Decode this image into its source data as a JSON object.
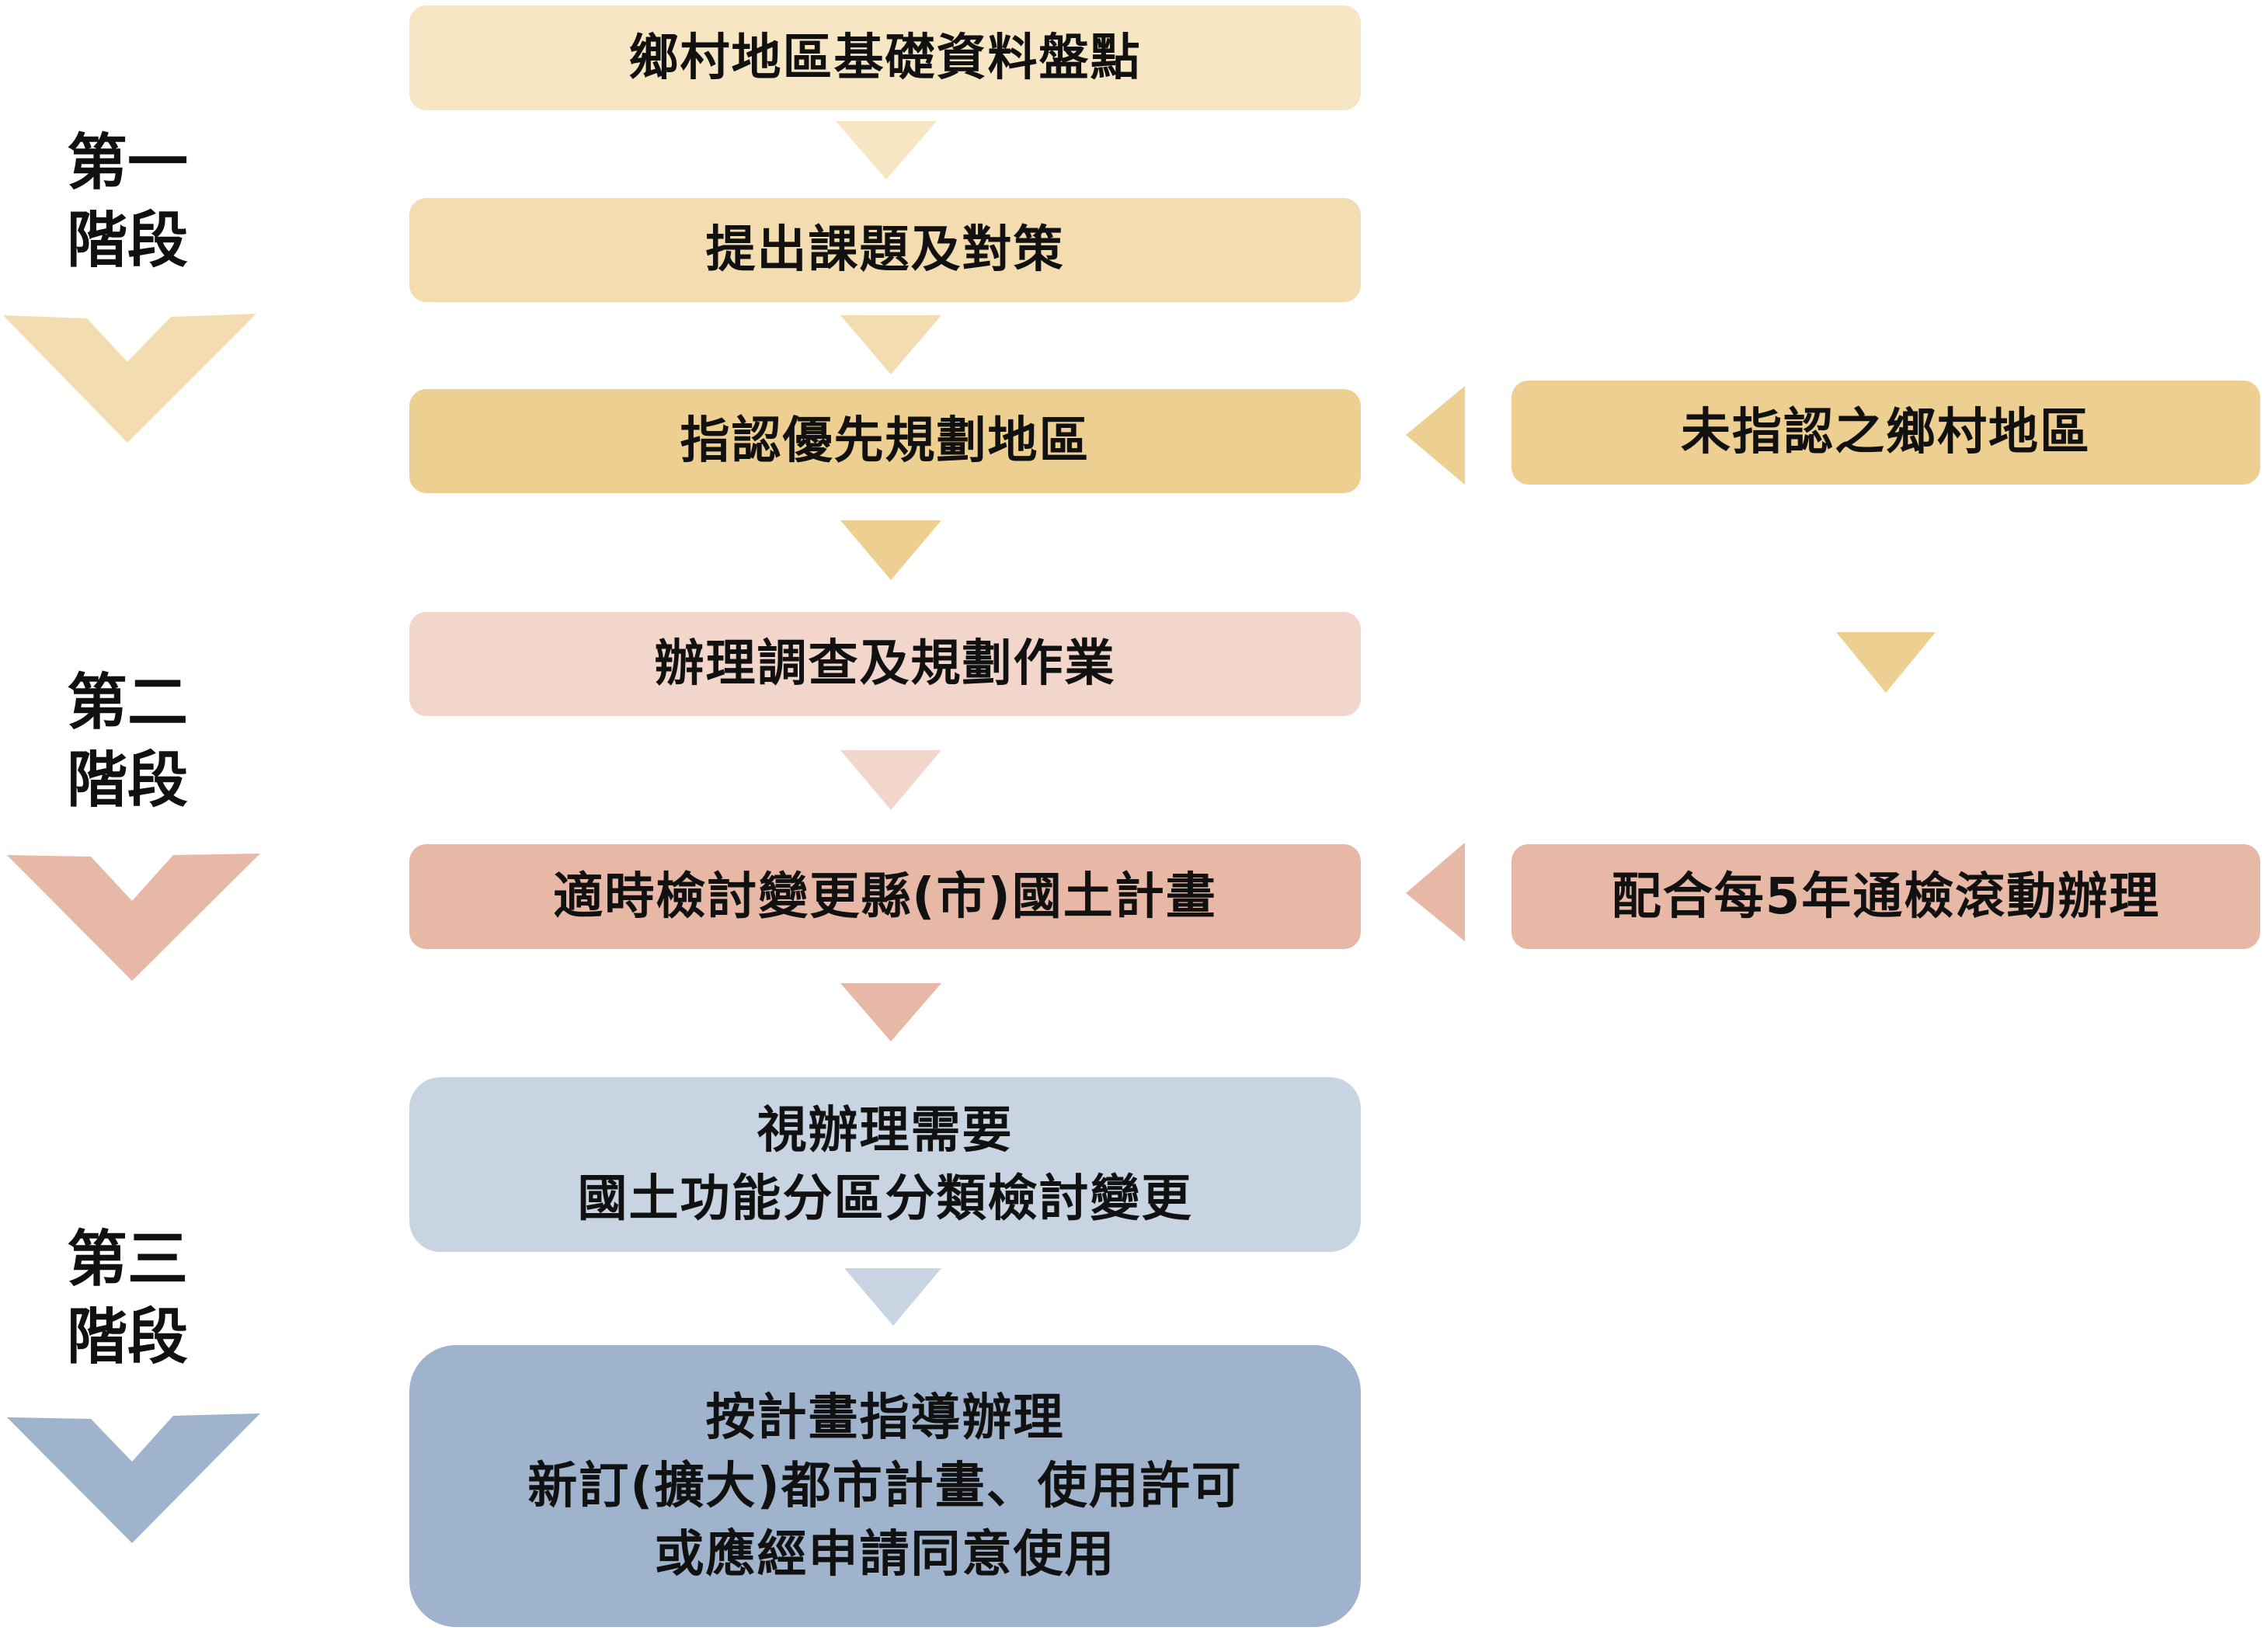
{
  "stages": [
    {
      "line1": "第一",
      "line2": "階段",
      "color": "#f3dcaf"
    },
    {
      "line1": "第二",
      "line2": "階段",
      "color": "#e8b8a6"
    },
    {
      "line1": "第三",
      "line2": "階段",
      "color": "#a0b3cd"
    }
  ],
  "main_steps": [
    {
      "lines": [
        "鄉村地區基礎資料盤點"
      ],
      "color": "#f6e6c4"
    },
    {
      "lines": [
        "提出課題及對策"
      ],
      "color": "#f3dcaf"
    },
    {
      "lines": [
        "指認優先規劃地區"
      ],
      "color": "#eecf92"
    },
    {
      "lines": [
        "辦理調查及規劃作業"
      ],
      "color": "#f2d6cc"
    },
    {
      "lines": [
        "適時檢討變更縣(市)國土計畫"
      ],
      "color": "#e8b8a6"
    },
    {
      "lines": [
        "視辦理需要",
        "國土功能分區分類檢討變更"
      ],
      "color": "#c8d4e2"
    },
    {
      "lines": [
        "按計畫指導辦理",
        "新訂(擴大)都市計畫、使用許可",
        "或應經申請同意使用"
      ],
      "color": "#a0b3cd"
    }
  ],
  "side_steps": [
    {
      "lines": [
        "未指認之鄉村地區"
      ],
      "color": "#eecf92"
    },
    {
      "lines": [
        "配合每5年通檢滾動辦理"
      ],
      "color": "#e8b8a6"
    }
  ]
}
